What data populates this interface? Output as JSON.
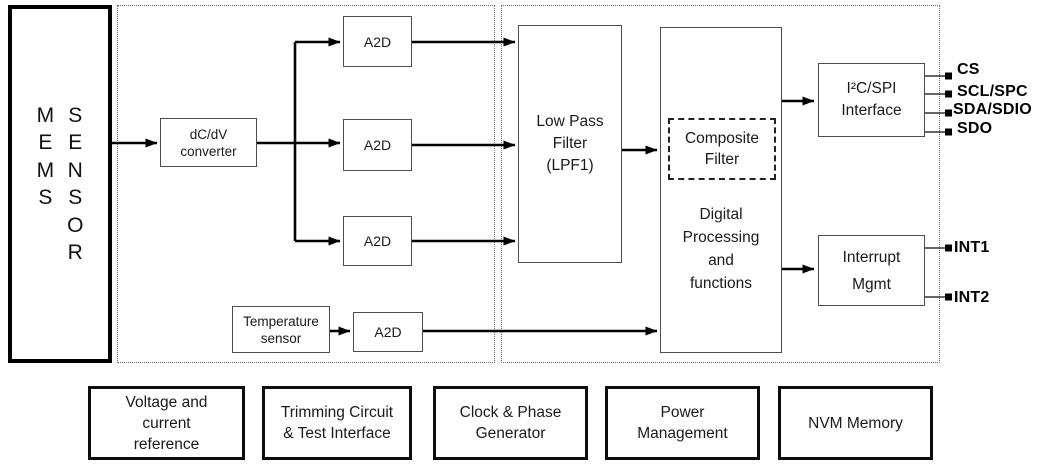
{
  "diagram": {
    "mems": {
      "col1": "M\nE\nM\nS",
      "col2": "S\nE\nN\nS\nO\nR"
    },
    "nodes": {
      "dcdv": {
        "lines": [
          "dC/dV",
          "converter"
        ]
      },
      "a2d": "A2D",
      "temp": {
        "lines": [
          "Temperature",
          "sensor"
        ]
      },
      "lpf": {
        "lines": [
          "Low Pass",
          "Filter",
          "(LPF1)"
        ]
      },
      "composite": {
        "lines": [
          "Composite",
          "Filter"
        ]
      },
      "digital": {
        "lines": [
          "Digital",
          "Processing",
          "and",
          "functions"
        ]
      },
      "i2c": {
        "lines": [
          "I²C/SPI",
          "Interface"
        ]
      },
      "interrupt": {
        "lines": [
          "Interrupt",
          "Mgmt"
        ]
      }
    },
    "pins": {
      "cs": "CS",
      "scl_spc": "SCL/SPC",
      "sda_sdio": "SDA/SDIO",
      "sdo": "SDO",
      "int1": "INT1",
      "int2": "INT2"
    },
    "bottom_blocks": [
      {
        "lines": [
          "Voltage and",
          "current",
          "reference"
        ]
      },
      {
        "lines": [
          "Trimming Circuit",
          "& Test Interface"
        ]
      },
      {
        "lines": [
          "Clock & Phase",
          "Generator"
        ]
      },
      {
        "lines": [
          "Power",
          "Management"
        ]
      },
      {
        "lines": [
          "NVM Memory"
        ]
      }
    ],
    "colors": {
      "wire": "#000000",
      "thin_box_border": "#4d4d4d",
      "thick_box_border": "#0d0d0d",
      "container_border": "#6e6e6e",
      "pin_square": "#000000"
    }
  }
}
